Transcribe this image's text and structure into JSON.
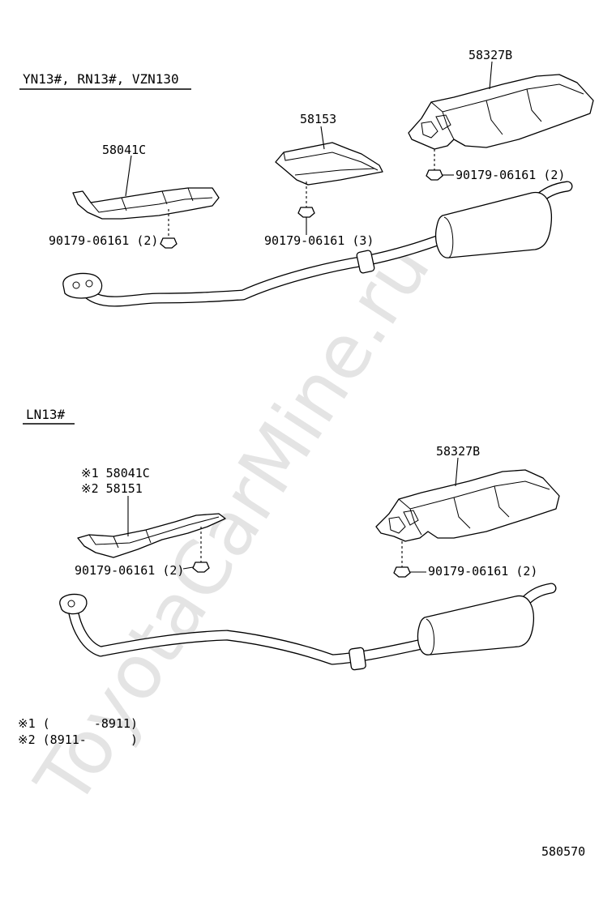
{
  "watermark": "ToyotaCarMine.ru",
  "section_top": {
    "title": "YN13#, RN13#, VZN130",
    "callouts": {
      "protector_left": "58041C",
      "protector_mid": "58153",
      "protector_right": "58327B",
      "nut_left": "90179-06161 (2)",
      "nut_mid": "90179-06161 (3)",
      "nut_right": "90179-06161 (2)"
    }
  },
  "section_bottom": {
    "title": "LN13#",
    "callouts": {
      "protector_left_1": "※1 58041C",
      "protector_left_2": "※2 58151",
      "protector_right": "58327B",
      "nut_left": "90179-06161 (2)",
      "nut_right": "90179-06161 (2)"
    }
  },
  "notes": {
    "note1": "※1 (      -8911)",
    "note2": "※2 (8911-      )"
  },
  "figure_id": "580570"
}
